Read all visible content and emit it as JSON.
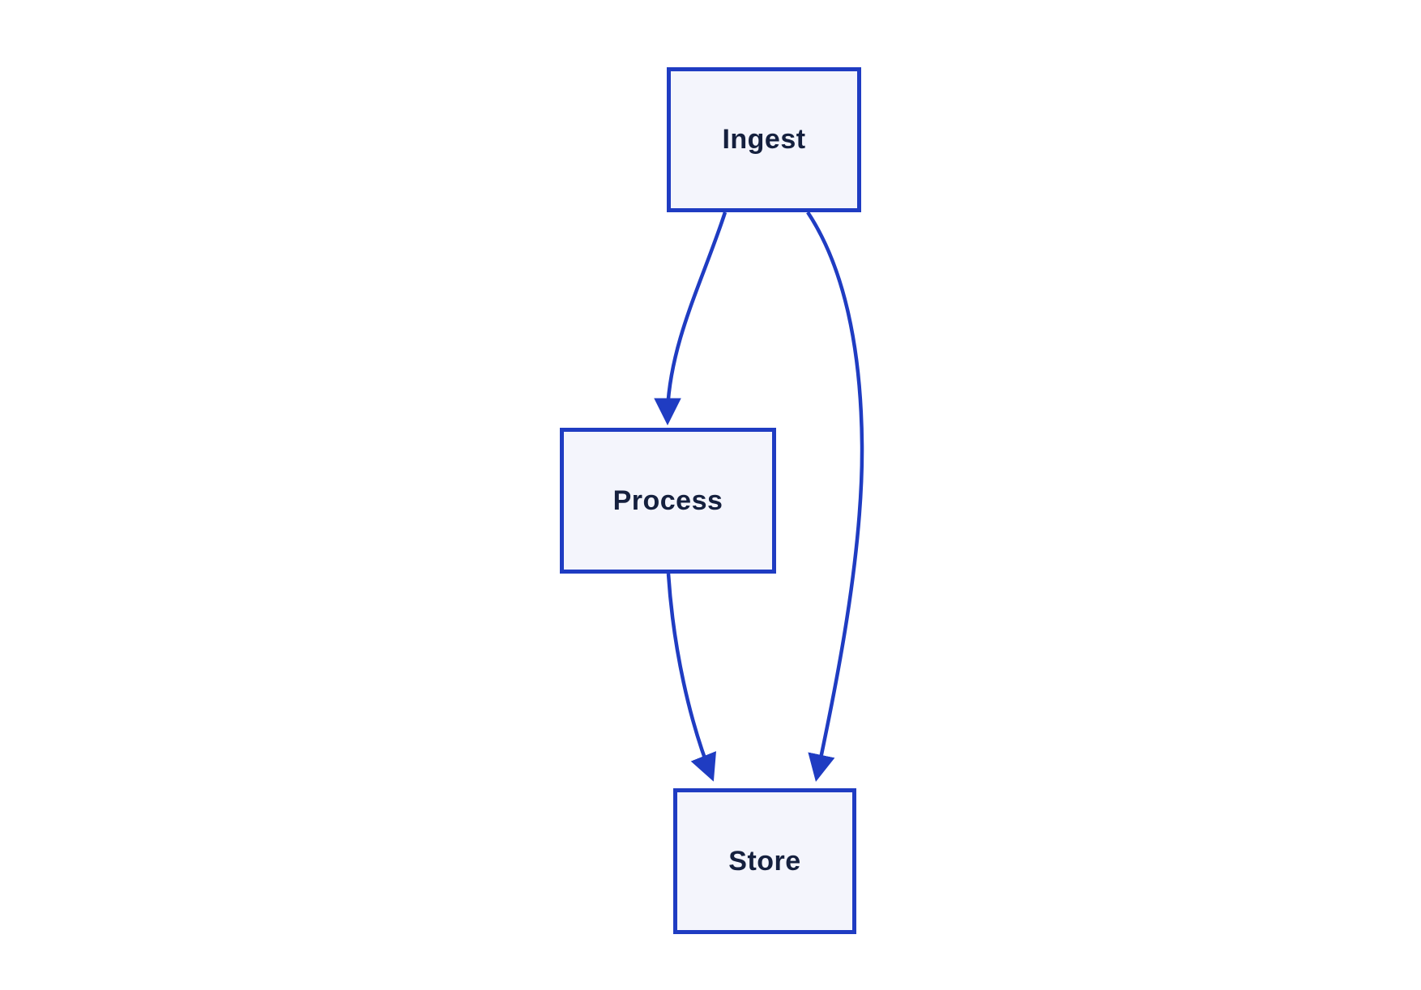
{
  "diagram": {
    "type": "flowchart",
    "direction": "top-down",
    "nodes": [
      {
        "id": "ingest",
        "label": "Ingest"
      },
      {
        "id": "process",
        "label": "Process"
      },
      {
        "id": "store",
        "label": "Store"
      }
    ],
    "edges": [
      {
        "from": "ingest",
        "to": "process"
      },
      {
        "from": "ingest",
        "to": "store"
      },
      {
        "from": "process",
        "to": "store"
      }
    ],
    "colors": {
      "background": "#ffffff",
      "node_fill": "#f4f5fc",
      "node_border": "#1f3cc2",
      "edge": "#1f3cc2",
      "label_text": "#15203e"
    }
  }
}
